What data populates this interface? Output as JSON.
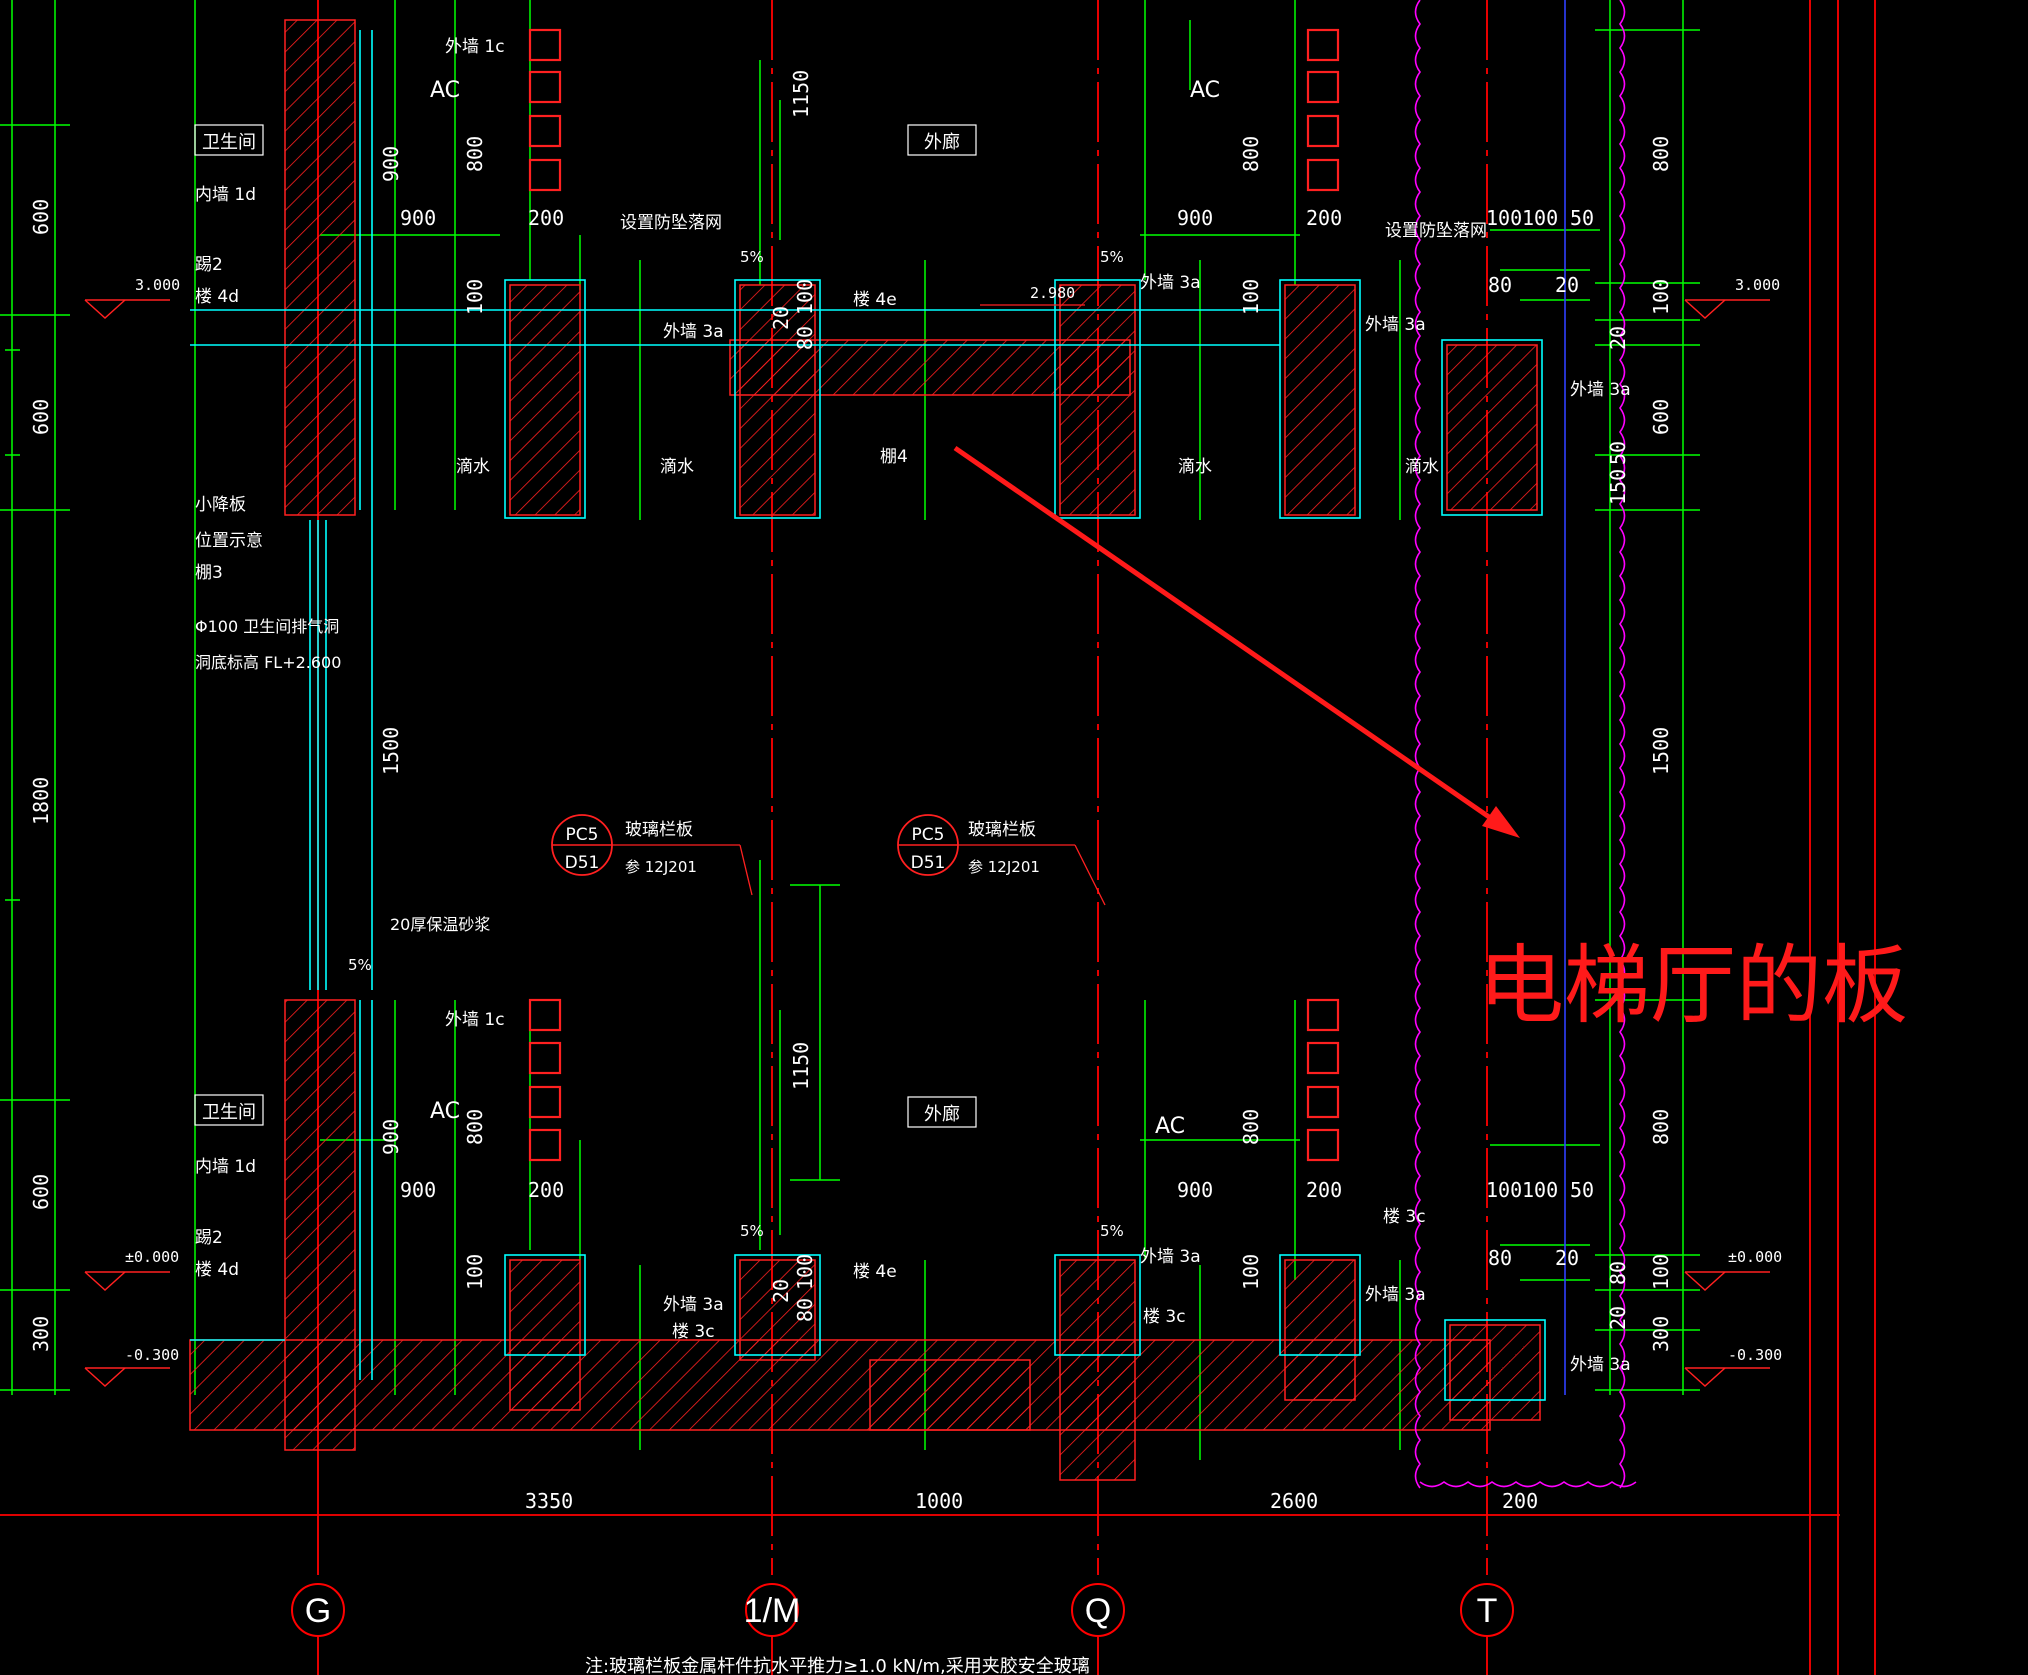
{
  "annotation": {
    "text": "电梯厅的板"
  },
  "axes": [
    "G",
    "1/M",
    "Q",
    "T"
  ],
  "colors": {
    "background": "#000000",
    "grid_red": "#ff0000",
    "dim_green": "#00ff00",
    "wall_cyan": "#00ffff",
    "text_white": "#ffffff",
    "outline_blue": "#3040ff",
    "revision_cloud": "#ff00ff",
    "annotation_red": "#ff1a1a"
  },
  "rooms": {
    "toilet": "卫生间",
    "corridor": "外廊"
  },
  "labels": {
    "wall_ext_1c": "外墙 1c",
    "wall_int_1d": "内墙 1d",
    "kick_2": "踢2",
    "floor_4d": "楼 4d",
    "wall_ext_3a": "外墙 3a",
    "floor_4e": "楼 4e",
    "drip": "滴水",
    "ceiling_4": "棚4",
    "small_slab": "小降板",
    "position_note": "位置示意",
    "ceiling_3": "棚3",
    "vent": "Φ100 卫生间排气洞",
    "vent_elev": "洞底标高  FL+2.600",
    "insul_mortar": "20厚保温砂浆",
    "fall_net": "设置防坠落网",
    "glass_rail": "玻璃栏板",
    "ref_12j201": "参 12J201",
    "ac": "AC",
    "floor_3c": "楼 3c",
    "pc5": "PC5",
    "d51": "D51",
    "slope": "5%",
    "note": "注:玻璃栏板金属杆件抗水平推力≥1.0 kN/m,采用夹胶安全玻璃"
  },
  "elevations": {
    "top": "3.000",
    "top_slab": "2.980",
    "ground": "±0.000",
    "neg": "-0.300"
  },
  "dims": {
    "d600": "600",
    "d1800": "1800",
    "d300": "300",
    "d900": "900",
    "d800": "800",
    "d200": "200",
    "d100": "100",
    "d80": "80",
    "d20": "20",
    "d1150": "1150",
    "d1500": "1500",
    "d50": "50",
    "d150": "150",
    "d3350": "3350",
    "d1000": "1000",
    "d2600": "2600"
  }
}
